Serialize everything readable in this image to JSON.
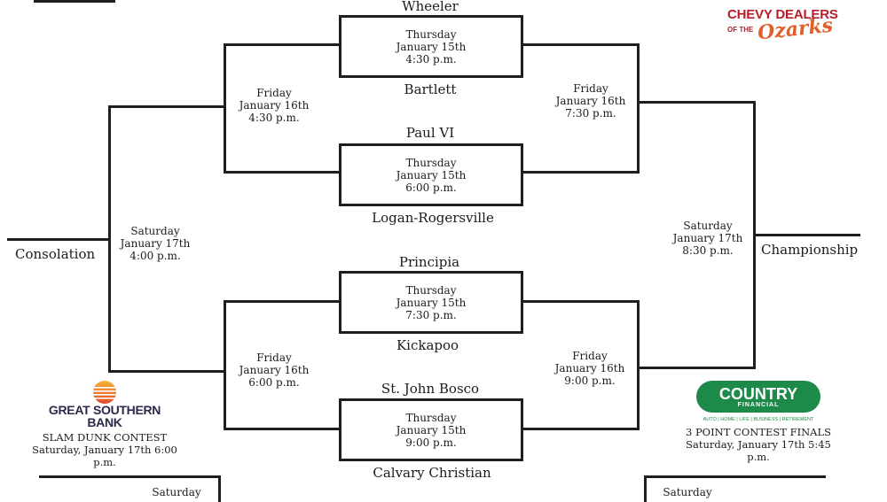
{
  "games": {
    "top_qf": {
      "day": "Thursday",
      "date": "January 15th",
      "time": "4:30 p.m."
    },
    "second_qf": {
      "day": "Thursday",
      "date": "January 15th",
      "time": "6:00 p.m."
    },
    "third_qf": {
      "day": "Thursday",
      "date": "January 15th",
      "time": "7:30 p.m."
    },
    "fourth_qf": {
      "day": "Thursday",
      "date": "January 15th",
      "time": "9:00 p.m."
    },
    "left_semi_top": {
      "day": "Friday",
      "date": "January 16th",
      "time": "4:30 p.m."
    },
    "left_semi_bottom": {
      "day": "Friday",
      "date": "January 16th",
      "time": "6:00 p.m."
    },
    "right_semi_top": {
      "day": "Friday",
      "date": "January 16th",
      "time": "7:30 p.m."
    },
    "right_semi_bottom": {
      "day": "Friday",
      "date": "January 16th",
      "time": "9:00 p.m."
    },
    "consolation": {
      "day": "Saturday",
      "date": "January 17th",
      "time": "4:00 p.m."
    },
    "championship": {
      "day": "Saturday",
      "date": "January 17th",
      "time": "8:30 p.m."
    },
    "bottom_left_day": "Saturday",
    "bottom_right_day": "Saturday"
  },
  "teams": {
    "t1": "Wheeler",
    "t2": "Bartlett",
    "t3": "Paul VI",
    "t4": "Logan-Rogersville",
    "t5": "Principia",
    "t6": "Kickapoo",
    "t7": "St. John Bosco",
    "t8": "Calvary Christian"
  },
  "labels": {
    "consolation": "Consolation",
    "championship": "Championship"
  },
  "sponsors": {
    "chevy_line1": "CHEVY DEALERS",
    "chevy_line2": "OF THE",
    "chevy_line3": "Ozarks",
    "gsb_name_line1": "GREAT SOUTHERN",
    "gsb_name_line2": "BANK",
    "gsb_event": "SLAM DUNK CONTEST",
    "gsb_time": "Saturday, January 17th 6:00 p.m.",
    "country_name": "COUNTRY",
    "country_sub": "FINANCIAL",
    "country_tagline": "AUTO | HOME | LIFE | BUSINESS | RETIREMENT",
    "country_event": "3 POINT CONTEST FINALS",
    "country_time": "Saturday, January 17th 5:45 p.m."
  },
  "colors": {
    "chevy_red": "#b71e2a",
    "ozarks_orange": "#e0602b",
    "country_green": "#1e8a4a",
    "gsb_sun": "#f08a24"
  }
}
